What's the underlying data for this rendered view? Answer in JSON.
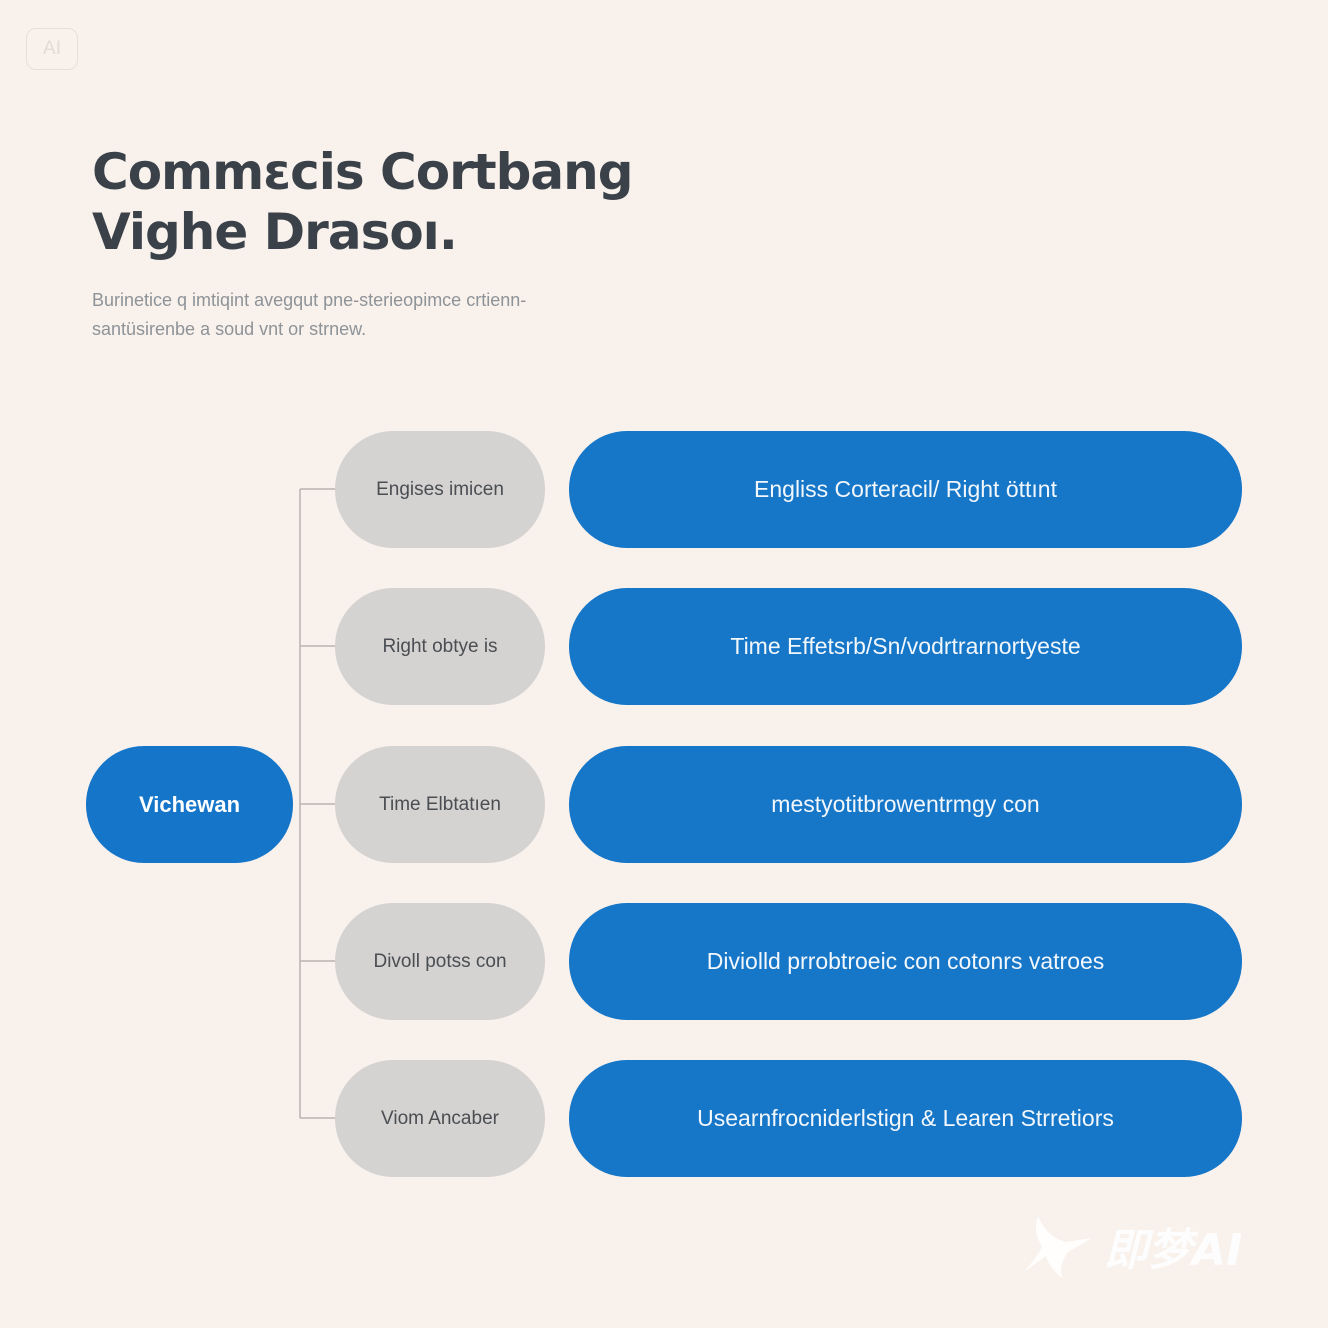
{
  "badge": "AI",
  "title": {
    "line1": "Commɛcis Cortbang",
    "line2": "Vighe Drasoı."
  },
  "subtitle": {
    "line1": "Burinetice q imtiqint avegqut pne-sterieopimce crtienn-",
    "line2": "santüsirenbe a soud vnt or strnew."
  },
  "diagram": {
    "root": "Vichewan",
    "branches": [
      {
        "mid": "Engises imicen",
        "detail": "Engliss Corteracil/ Right öttınt"
      },
      {
        "mid": "Right obtye is",
        "detail": "Time Effetsrb/Sn/vodrtrarnortyeste"
      },
      {
        "mid": "Time Elbtatıen",
        "detail": "mestyotitbrowentrmgy con"
      },
      {
        "mid": "Divoll potss con",
        "detail": "Diviolld prrobtroeic con  cotonrs vatroes"
      },
      {
        "mid": "Viom Ancaber",
        "detail": "Usearnfrocniderlstign & Learen Strretiors"
      }
    ]
  },
  "watermark": {
    "text": "即梦AI"
  },
  "colors": {
    "background": "#f8f1ec",
    "primary_blue": "#1575c9",
    "pill_gray": "#d5d3d1",
    "connector_gray": "#b9b4b0",
    "title_color": "#3b4149"
  }
}
